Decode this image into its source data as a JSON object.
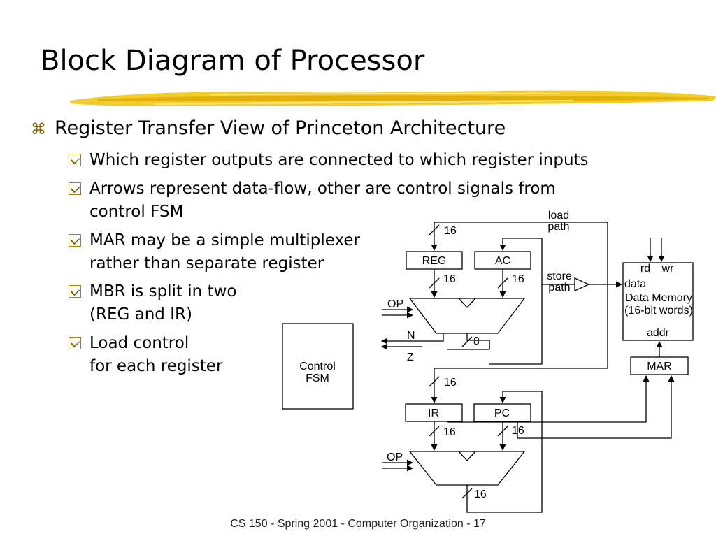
{
  "slide": {
    "title": "Block Diagram of Processor",
    "footer": "CS 150 - Spring 2001 - Computer Organization - 17"
  },
  "bullets": {
    "level1": "Register Transfer View of Princeton Architecture",
    "level2": [
      {
        "line1": "Which register outputs are connected to which register inputs",
        "line2": ""
      },
      {
        "line1": "Arrows represent data-flow, other are control signals from",
        "line2": "control FSM"
      },
      {
        "line1": "MAR may be a simple multiplexer",
        "line2": "rather than separate register"
      },
      {
        "line1": "MBR is split in two",
        "line2": "(REG and IR)"
      },
      {
        "line1": "Load control",
        "line2": "for each register"
      }
    ]
  },
  "diagram": {
    "reg": "REG",
    "ac": "AC",
    "ir": "IR",
    "pc": "PC",
    "mar": "MAR",
    "fsm_line1": "Control",
    "fsm_line2": "FSM",
    "mem_rd": "rd",
    "mem_wr": "wr",
    "mem_data": "data",
    "mem_name": "Data Memory",
    "mem_sub": "(16-bit words)",
    "mem_addr": "addr",
    "load_path_1": "load",
    "load_path_2": "path",
    "store_path_1": "store",
    "store_path_2": "path",
    "op_top": "OP",
    "op_bottom": "OP",
    "flag_n": "N",
    "flag_z": "Z",
    "w16_reg_in": "16",
    "w16_reg_out": "16",
    "w16_ac_out": "16",
    "w8_alu": "8",
    "w16_ir_in": "16",
    "w16_ir_out": "16",
    "w16_pc_out": "16",
    "w16_alu2": "16"
  }
}
